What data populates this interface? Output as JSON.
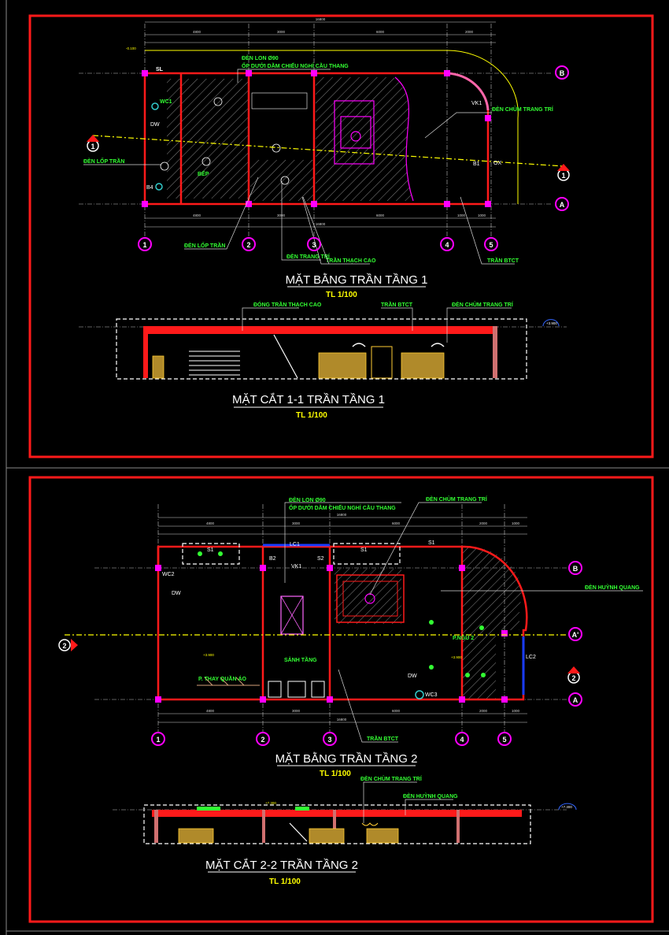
{
  "sheet1": {
    "plan": {
      "title": "MẶT BẰNG TRẦN TẦNG 1",
      "scale": "TL 1/100",
      "dims_top": [
        "16800",
        "4800",
        "3000",
        "6000",
        "2000"
      ],
      "dims_bottom": [
        "4800",
        "3000",
        "6000",
        "1000",
        "1000",
        "16800"
      ],
      "level": "-0.100",
      "axes_x": [
        "1",
        "2",
        "3",
        "4",
        "5"
      ],
      "axes_y": [
        "B",
        "A"
      ],
      "section_mark": "1",
      "labels": {
        "light_ceiling_left": "ĐÈN LỐP TRẦN",
        "light_ceiling_bottom": "ĐÈN LỐP TRẦN",
        "decor_light": "ĐÈN TRANG TRÍ",
        "gypsum_ceiling": "TRẦN THẠCH CAO",
        "concrete_ceiling": "TRẦN BTCT",
        "can_light": "ĐÈN LON Ø90",
        "under_beam": "ỐP DƯỚI DẦM CHIẾU NGHỈ CẦU THANG",
        "chandelier": "ĐÈN CHÙM TRANG TRÍ"
      },
      "rooms": [
        "WC1",
        "DW",
        "BẾP",
        "B4",
        "SL",
        "B1",
        "VK1",
        "OX"
      ]
    },
    "section": {
      "title": "MẶT CẮT 1-1 TRẦN TẦNG 1",
      "scale": "TL 1/100",
      "level": "+3.900",
      "labels": {
        "gypsum": "ĐÓNG TRẦN THẠCH CAO",
        "concrete": "TRẦN BTCT",
        "chandelier": "ĐÈN CHÙM TRANG TRÍ"
      }
    }
  },
  "sheet2": {
    "plan": {
      "title": "MẶT BẰNG TRẦN TẦNG 2",
      "scale": "TL 1/100",
      "dims_top": [
        "16800",
        "4800",
        "3000",
        "6000",
        "2000",
        "1000"
      ],
      "dims_bottom": [
        "4800",
        "3000",
        "6000",
        "2000",
        "1000",
        "16800"
      ],
      "axes_x": [
        "1",
        "2",
        "3",
        "4",
        "5"
      ],
      "axes_y": [
        "B",
        "A'",
        "A"
      ],
      "section_mark": "2",
      "labels": {
        "can_light": "ĐÈN LON Ø90",
        "under_beam": "ỐP DƯỚI DẦM CHIẾU NGHỈ CẦU THANG",
        "chandelier": "ĐÈN CHÙM TRANG TRÍ",
        "fluorescent": "ĐÈN HUỲNH QUANG",
        "concrete_ceiling": "TRẦN BTCT"
      },
      "rooms": {
        "lobby": "SẢNH TẦNG",
        "dressing": "P. THAY QUẦN ÁO",
        "bedroom": "P.NGỦ 2",
        "wc2": "WC2",
        "wc3": "WC3",
        "dw1": "DW",
        "dw2": "DW",
        "lc1": "LC1",
        "lc2": "LC2",
        "s1a": "S1",
        "s1b": "S1",
        "s1c": "S1",
        "s2": "S2",
        "b2": "B2",
        "vk1": "VK1"
      },
      "levels": [
        "+3.900",
        "+3.900"
      ]
    },
    "section": {
      "title": "MẶT CẮT 2-2 TRẦN TẦNG 2",
      "scale": "TL 1/100",
      "levels": [
        "+7.300",
        "+7.300"
      ],
      "labels": {
        "chandelier": "ĐÈN CHÙM TRANG TRÍ",
        "fluorescent": "ĐÈN HUỲNH QUANG"
      }
    }
  },
  "colors": {
    "background": "#000000",
    "frame": "#ff1a1a",
    "wall": "#ff1a1a",
    "label": "#33ff33",
    "scale": "#ffff00",
    "axis_bubble": "#ff00ff"
  }
}
